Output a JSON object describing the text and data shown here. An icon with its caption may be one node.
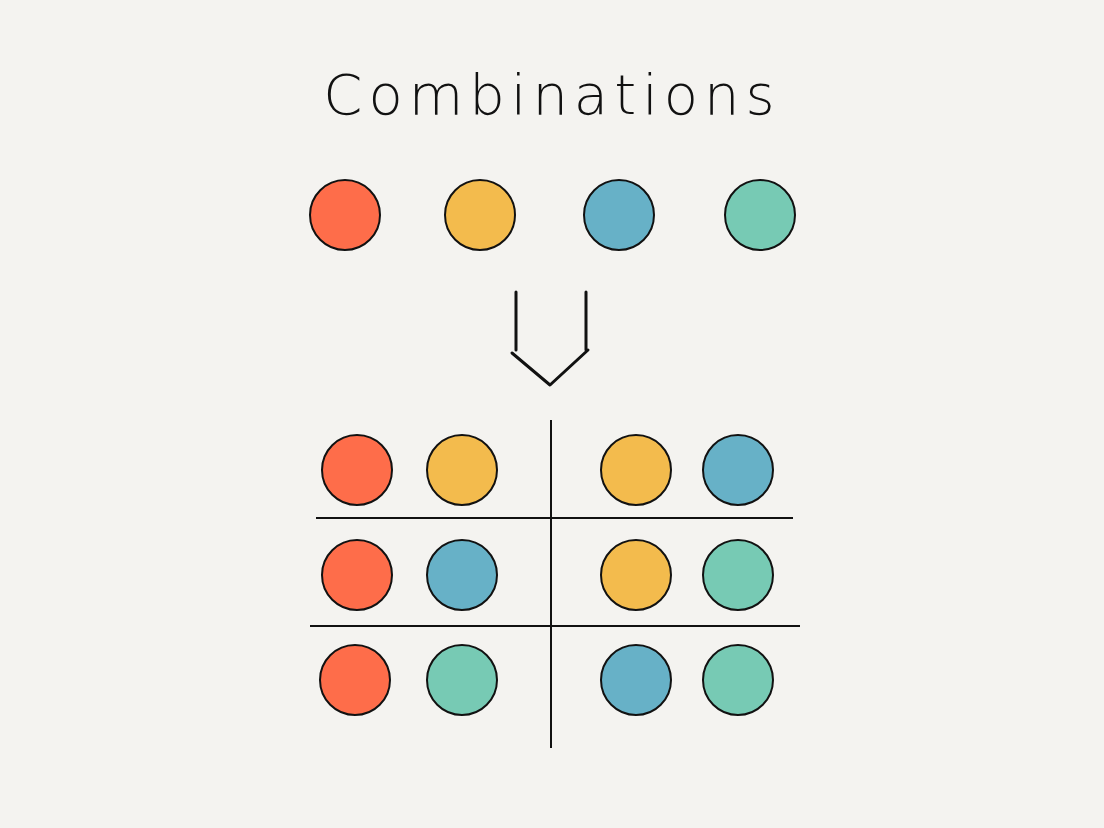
{
  "diagram": {
    "title": "Combinations",
    "nodes": [
      {
        "text": [],
        "shape": "circle"
      },
      {
        "text": [],
        "shape": "circle"
      },
      {
        "text": [],
        "shape": "circle"
      },
      {
        "text": [],
        "shape": "circle"
      },
      {
        "text": [],
        "shape": "circle"
      },
      {
        "text": [],
        "shape": "circle"
      },
      {
        "text": [],
        "shape": "circle"
      },
      {
        "text": [],
        "shape": "circle"
      },
      {
        "text": [],
        "shape": "circle"
      },
      {
        "text": [],
        "shape": "circle"
      },
      {
        "text": [],
        "shape": "circle"
      },
      {
        "text": [],
        "shape": "circle"
      },
      {
        "text": [],
        "shape": "circle"
      },
      {
        "text": [],
        "shape": "circle"
      },
      {
        "text": [],
        "shape": "circle"
      },
      {
        "text": [],
        "shape": "circle"
      }
    ],
    "edges": []
  }
}
